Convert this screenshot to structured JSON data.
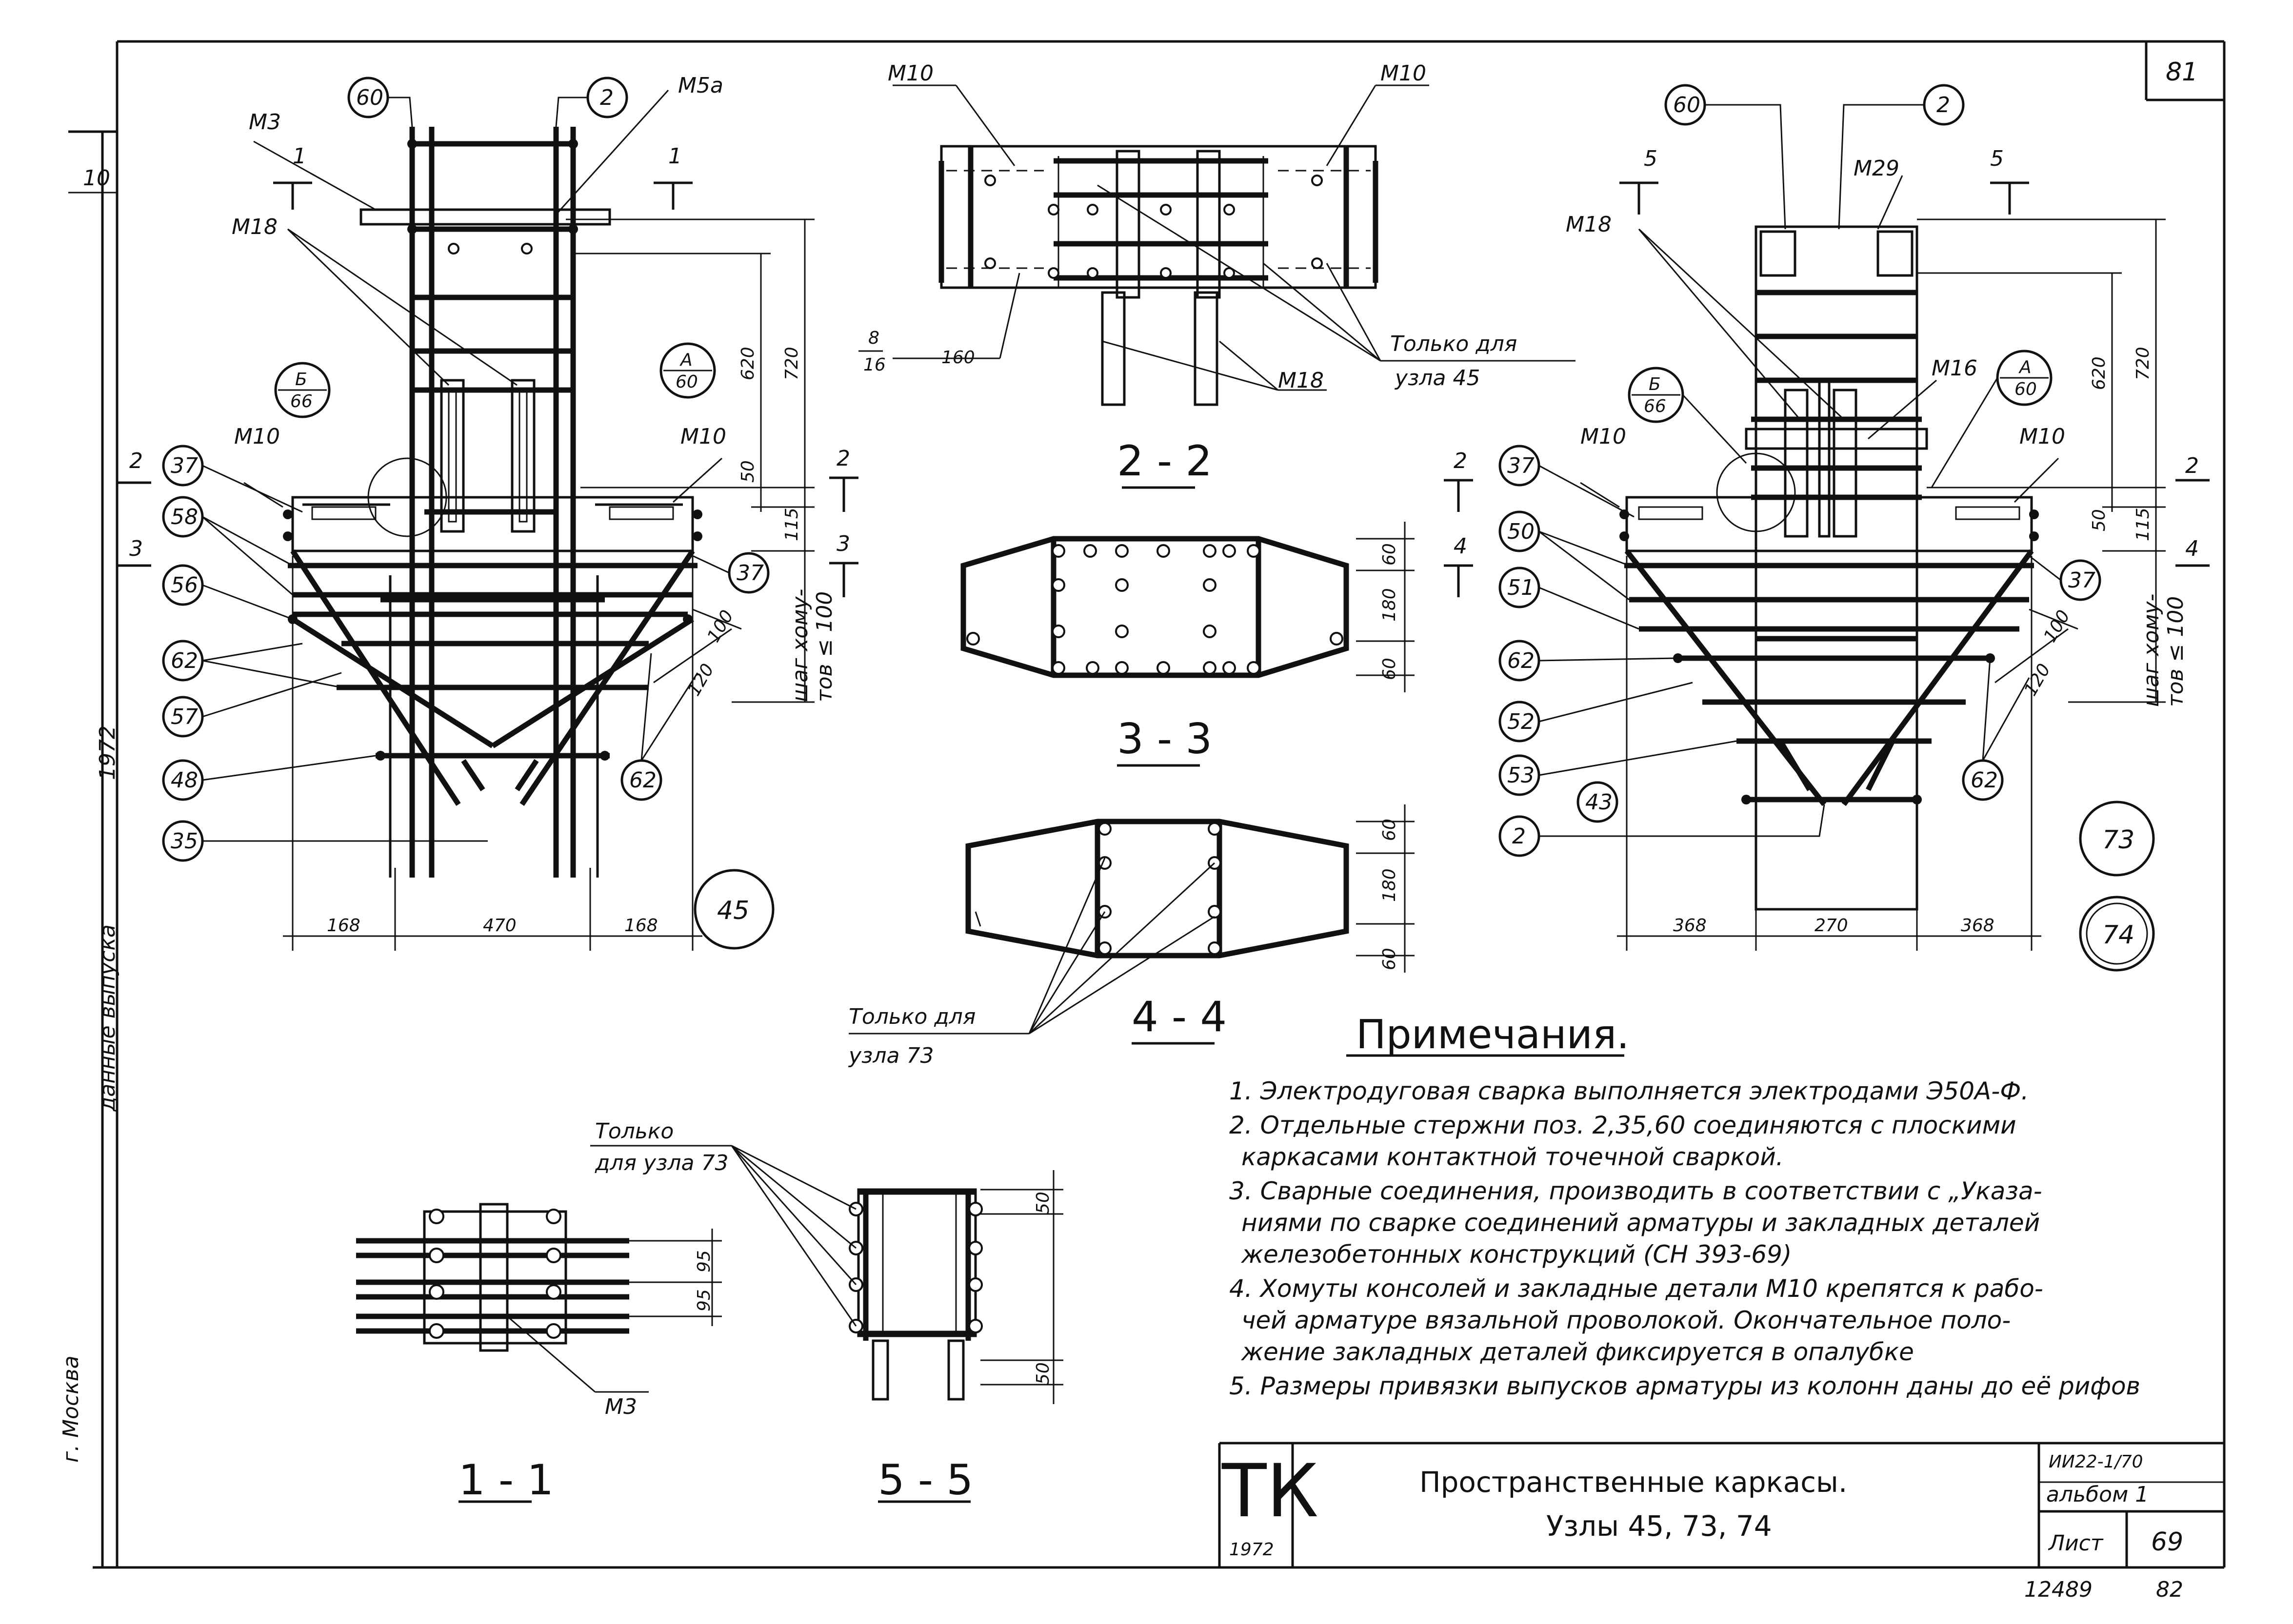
{
  "sheet": {
    "page_corner": "81",
    "sheet_label": "Лист",
    "sheet_number": "69",
    "album_code": "ИИ22-1/70",
    "album": "альбом 1",
    "bottom_code": "12489",
    "bottom_page": "82",
    "left_code_top": "10",
    "left_year": "1972",
    "left_stamp_1": "данные выпуска",
    "left_stamp_2": "г. Москва"
  },
  "title_block": {
    "org": "ТК",
    "year": "1972",
    "title_line1": "Пространственные каркасы.",
    "title_line2": "Узлы 45, 73, 74"
  },
  "notes": {
    "heading": "Примечания.",
    "items": [
      "1. Электродуговая сварка выполняется электродами Э50А-Ф.",
      "2. Отдельные стержни поз. 2,35,60 соединяются с плоскими",
      "каркасами контактной точечной сваркой.",
      "3. Сварные соединения, производить в соответствии с „Указа-",
      "ниями по сварке соединений арматуры и закладных деталей",
      "железобетонных конструкций (СН 393-69)",
      "4. Хомуты консолей и закладные детали М10 крепятся к рабо-",
      "чей арматуре вязальной проволокой. Окончательное поло-",
      "жение закладных деталей фиксируется в опалубке",
      "5. Размеры привязки выпусков арматуры из колонн даны до её рифов"
    ]
  },
  "node45": {
    "callouts": [
      "60",
      "2",
      "37",
      "58",
      "56",
      "62",
      "57",
      "48",
      "35",
      "37",
      "62"
    ],
    "labels": {
      "m3": "М3",
      "m5a": "М5а",
      "m18": "М18",
      "m10a": "М10",
      "m10b": "М10",
      "cut1": "1",
      "cut1b": "1",
      "cut2": "2",
      "cut3": "3",
      "cut2r": "2",
      "cut3r": "3"
    },
    "ref_b_top": "Б",
    "ref_b_bot": "66",
    "ref_a_top": "А",
    "ref_a_bot": "60",
    "dims": {
      "d620": "620",
      "d720": "720",
      "d50": "50",
      "d115": "115",
      "d120": "120",
      "d100": "100",
      "step": "шаг хому-",
      "step2": "тов ≤ 100",
      "w1": "168",
      "w2": "470",
      "w3": "168"
    },
    "node": "45"
  },
  "nodes7374": {
    "callouts": [
      "60",
      "2",
      "37",
      "50",
      "51",
      "62",
      "52",
      "53",
      "43",
      "2",
      "37",
      "62"
    ],
    "labels": {
      "m29": "М29",
      "m18": "М18",
      "m16": "М16",
      "m10a": "М10",
      "m10b": "М10",
      "cut5": "5",
      "cut5b": "5",
      "cut2": "2",
      "cut4": "4",
      "cut2r": "2",
      "cut4r": "4"
    },
    "ref_b_top": "Б",
    "ref_b_bot": "66",
    "ref_a_top": "А",
    "ref_a_bot": "60",
    "dims": {
      "d620": "620",
      "d720": "720",
      "d50": "50",
      "d115": "115",
      "d120": "120",
      "d100": "100",
      "step": "шаг хому-",
      "step2": "тов ≤ 100",
      "w1": "368",
      "w2": "270",
      "w3": "368"
    },
    "node_a": "73",
    "node_b": "74"
  },
  "section22": {
    "title": "2 - 2",
    "m10a": "М10",
    "m10b": "М10",
    "m18": "М18",
    "frac_top": "8",
    "frac_bot": "16",
    "d160": "160",
    "only_for": "Только для",
    "only_node": "узла 45"
  },
  "section33": {
    "title": "3 - 3",
    "d60a": "60",
    "d180": "180",
    "d60b": "60"
  },
  "section44": {
    "title": "4 - 4",
    "d60a": "60",
    "d180": "180",
    "d60b": "60",
    "only_for": "Только для",
    "only_node": "узла 73"
  },
  "section11": {
    "title": "1 - 1",
    "only": "Только",
    "for_node": "для узла 73",
    "m3": "М3",
    "d95a": "95",
    "d95b": "95"
  },
  "section55": {
    "title": "5 - 5",
    "d50a": "50",
    "d50b": "50"
  }
}
